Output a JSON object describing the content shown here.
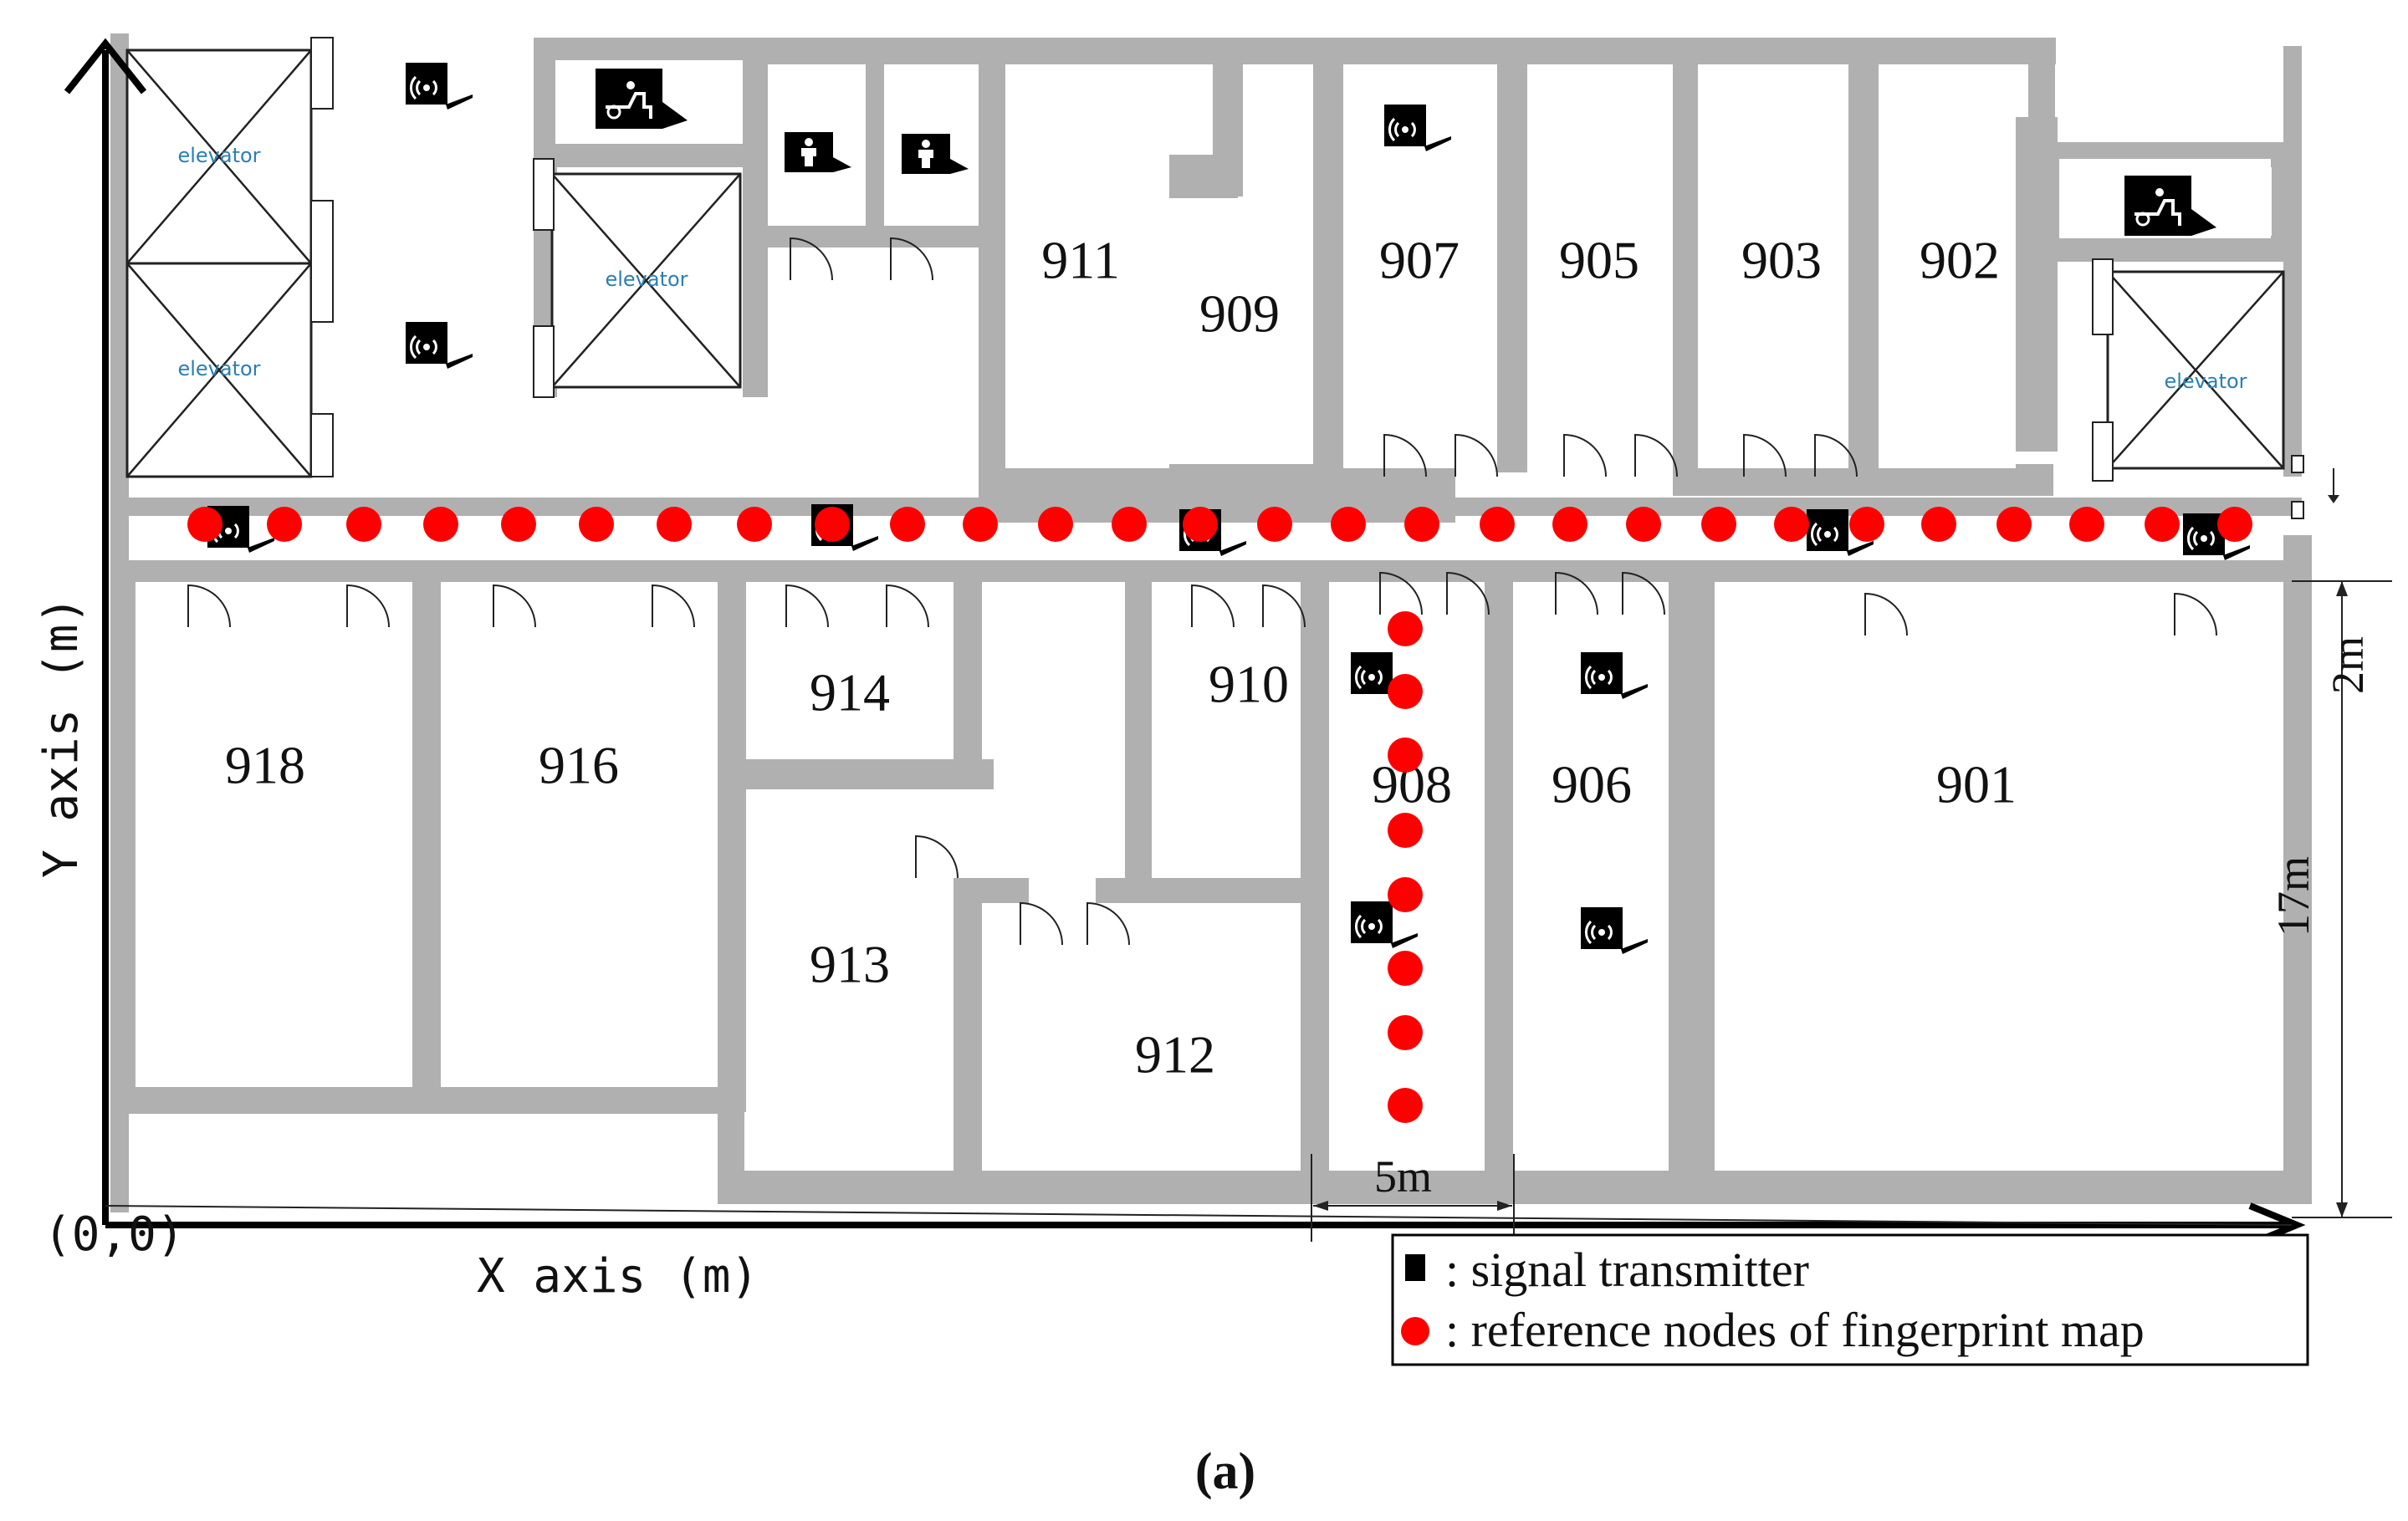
{
  "rooms": {
    "r911": "911",
    "r909": "909",
    "r907": "907",
    "r905": "905",
    "r903": "903",
    "r902": "902",
    "r918": "918",
    "r916": "916",
    "r914": "914",
    "r913": "913",
    "r912": "912",
    "r910": "910",
    "r908": "908",
    "r906": "906",
    "r901": "901"
  },
  "elevators": {
    "e1": "elevator",
    "e2": "elevator",
    "e3": "elevator",
    "e4": "elevator"
  },
  "axes": {
    "x": "X axis (m)",
    "y": "Y axis (m)",
    "origin": "(0,0)"
  },
  "dimensions": {
    "corridor_width": "5m",
    "top_gap": "2m",
    "height": "17m"
  },
  "legend": {
    "transmitter": ": signal transmitter",
    "reference": ": reference nodes of fingerprint map"
  },
  "caption": "(a)",
  "colors": {
    "wall": "#b0b0b0",
    "node": "#ff0000",
    "icon": "#000000",
    "elevator_text": "#2a7fb4"
  },
  "icons": [
    "wifi-transmitter-icon",
    "wheelchair-icon",
    "toilet-icon",
    "elevator-cross-icon"
  ]
}
